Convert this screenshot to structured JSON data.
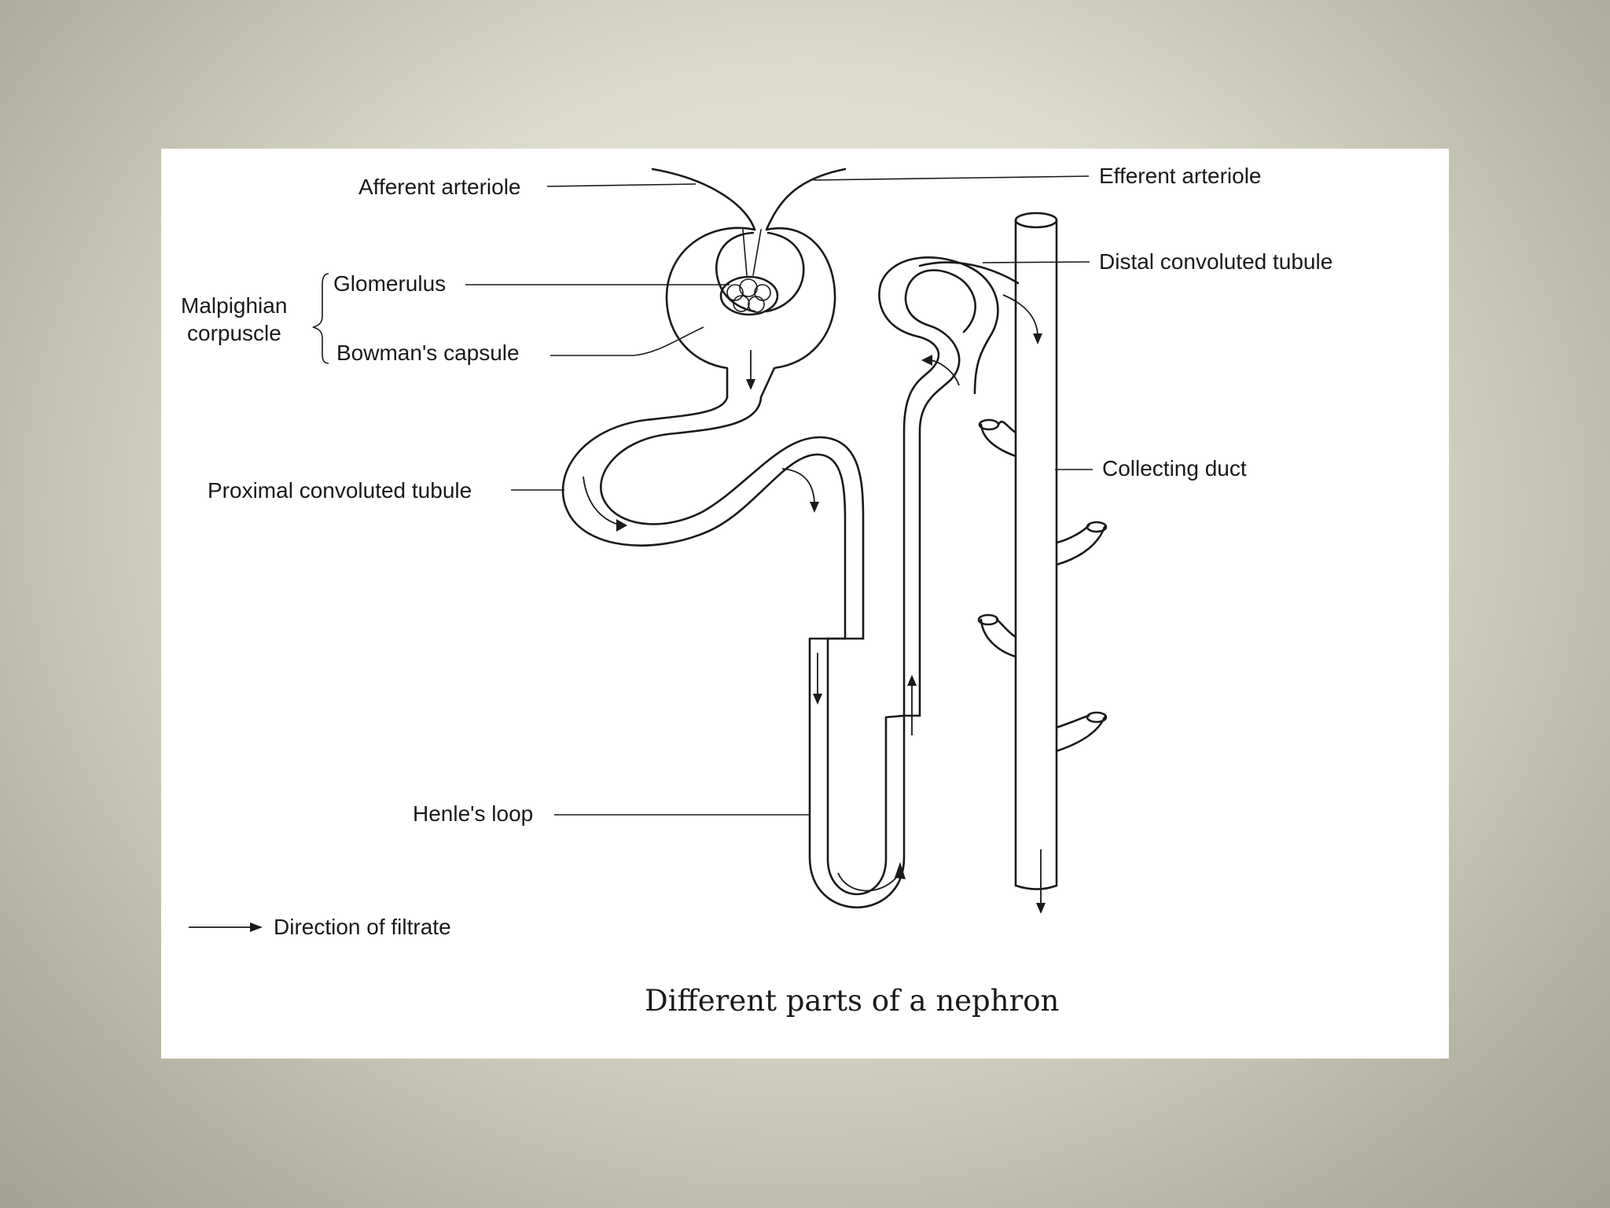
{
  "labels": {
    "afferent": "Afferent arteriole",
    "efferent": "Efferent arteriole",
    "distal": "Distal convoluted tubule",
    "glomerulus": "Glomerulus",
    "malpighian_line1": "Malpighian",
    "malpighian_line2": "corpuscle",
    "bowman": "Bowman's capsule",
    "collecting": "Collecting duct",
    "proximal": "Proximal convoluted tubule",
    "henle": "Henle's loop"
  },
  "legend": {
    "text": "Direction of filtrate"
  },
  "caption": "Different parts of a nephron",
  "colors": {
    "ink": "#1a1a1a",
    "panel": "#ffffff",
    "background_center": "#f0efe4",
    "background_edge": "#a4a392"
  }
}
